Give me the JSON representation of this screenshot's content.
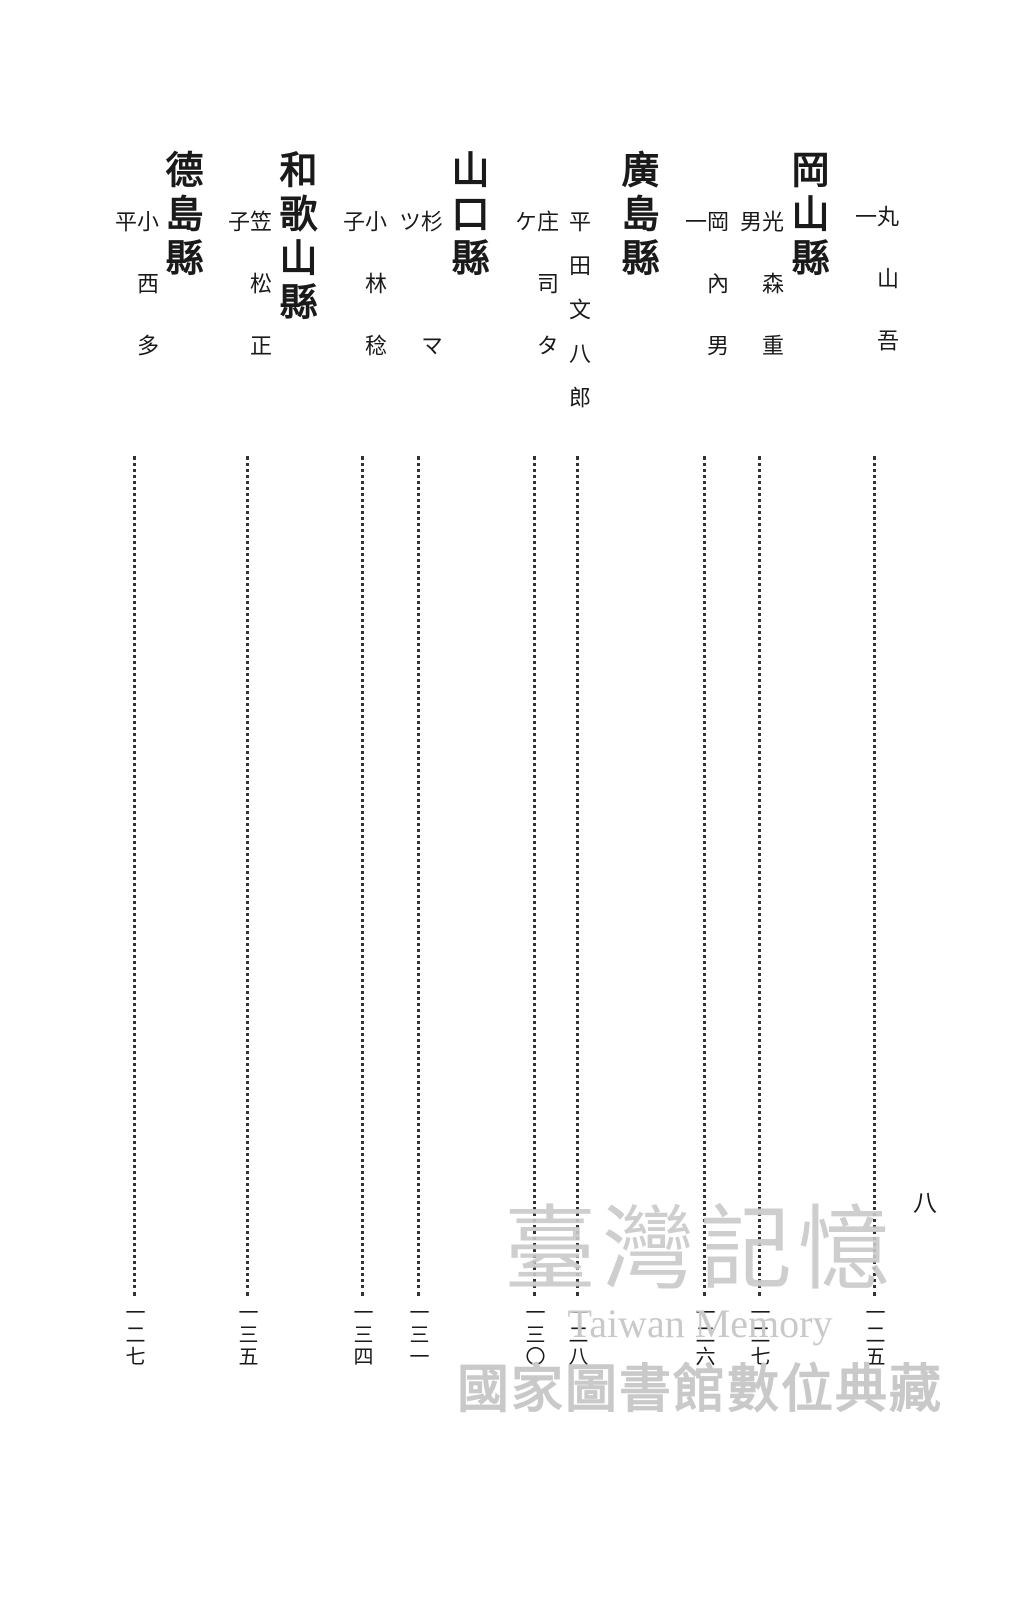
{
  "page_number": "八",
  "watermark": {
    "main": "臺灣記憶",
    "english": "Taiwan Memory",
    "sub": "國家圖書館數位典藏"
  },
  "entries": [
    {
      "type": "name",
      "text": "丸山吾一",
      "num": "一二五"
    },
    {
      "type": "prefecture",
      "text": "岡山縣"
    },
    {
      "type": "name",
      "text": "光森重男",
      "num": "一二七"
    },
    {
      "type": "name",
      "text": "岡內男一",
      "num": "一二六"
    },
    {
      "type": "prefecture",
      "text": "廣島縣"
    },
    {
      "type": "name",
      "text": "平田文八郎",
      "num": "一二八"
    },
    {
      "type": "name",
      "text": "庄司タケ",
      "num": "一三〇"
    },
    {
      "type": "prefecture",
      "text": "山口縣"
    },
    {
      "type": "name",
      "text": "杉　マツ",
      "num": "一三一"
    },
    {
      "type": "name",
      "text": "小林稔子",
      "num": "一三四"
    },
    {
      "type": "prefecture",
      "text": "和歌山縣"
    },
    {
      "type": "name",
      "text": "笠松正子",
      "num": "一三五"
    },
    {
      "type": "prefecture",
      "text": "德島縣"
    },
    {
      "type": "name",
      "text": "小西多平",
      "num": "一二七"
    }
  ]
}
